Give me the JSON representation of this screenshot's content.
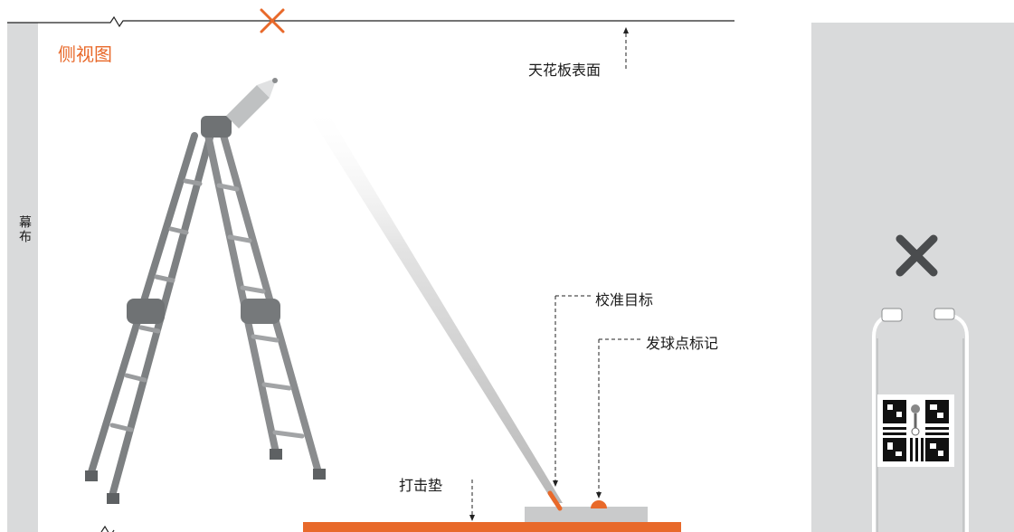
{
  "view_title": "侧视图",
  "labels": {
    "screen": "幕布",
    "ceiling": "天花板表面",
    "calibration_target": "校准目标",
    "tee_marker": "发球点标记",
    "hitting_mat": "打击垫"
  },
  "colors": {
    "accent": "#e8692a",
    "wall": "#d9dadb",
    "ladder": "#8a8c8e",
    "line": "#222222",
    "mat_base": "#c9cacb"
  }
}
